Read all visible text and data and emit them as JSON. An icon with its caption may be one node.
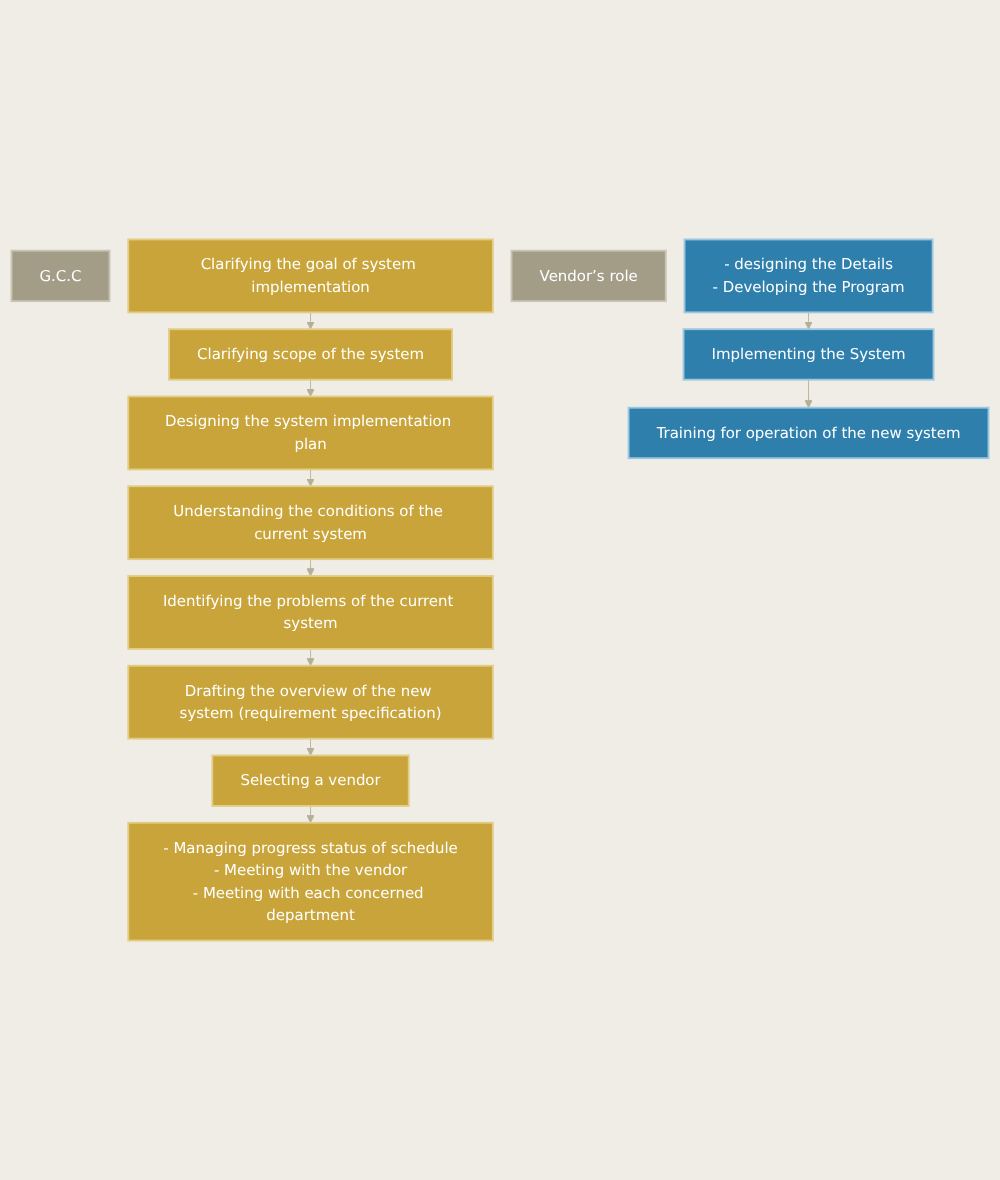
{
  "diagram": {
    "nodes": [
      {
        "text": [
          "G.C.C"
        ]
      },
      {
        "text": [
          "Clarifying the goal of system implementation"
        ]
      },
      {
        "text": [
          "Clarifying scope of the system"
        ]
      },
      {
        "text": [
          "Designing the system implementation plan"
        ]
      },
      {
        "text": [
          "Understanding the conditions of the current system"
        ]
      },
      {
        "text": [
          "Identifying the problems of the current system"
        ]
      },
      {
        "text": [
          "Drafting the overview of the new system (requirement specification)"
        ]
      },
      {
        "text": [
          "Selecting a vendor"
        ]
      },
      {
        "text": [
          "- Managing progress status of schedule",
          "- Meeting with the vendor",
          "- Meeting with each concerned department"
        ]
      },
      {
        "text": [
          "Vendor’s role"
        ]
      },
      {
        "text": [
          "- designing the Details",
          "- Developing the Program"
        ]
      },
      {
        "text": [
          "Implementing the System"
        ]
      },
      {
        "text": [
          "Training for operation of the new system"
        ]
      }
    ],
    "edges": [
      {
        "from": 1,
        "to": 2,
        "arrow": "to"
      },
      {
        "from": 2,
        "to": 3,
        "arrow": "to"
      },
      {
        "from": 3,
        "to": 4,
        "arrow": "to"
      },
      {
        "from": 4,
        "to": 5,
        "arrow": "to"
      },
      {
        "from": 5,
        "to": 6,
        "arrow": "to"
      },
      {
        "from": 6,
        "to": 7,
        "arrow": "to"
      },
      {
        "from": 7,
        "to": 8,
        "arrow": "to"
      },
      {
        "from": 10,
        "to": 11,
        "arrow": "to"
      },
      {
        "from": 11,
        "to": 12,
        "arrow": "to"
      }
    ]
  }
}
